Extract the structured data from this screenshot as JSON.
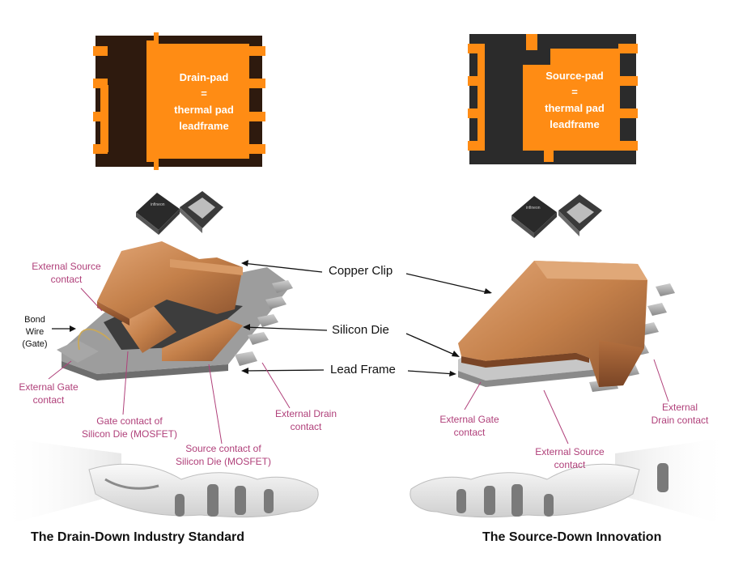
{
  "left": {
    "pad_lines": [
      "Drain-pad",
      "=",
      "thermal pad",
      "leadframe"
    ],
    "heading": "The Drain-Down Industry Standard",
    "labels": {
      "external_source": [
        "External Source",
        "contact"
      ],
      "bond_wire": [
        "Bond Wire",
        "(Gate)"
      ],
      "external_gate": [
        "External Gate",
        "contact"
      ],
      "gate_contact_die": [
        "Gate contact of",
        "Silicon Die (MOSFET)"
      ],
      "source_contact_die": [
        "Source contact of",
        "Silicon Die (MOSFET)"
      ],
      "external_drain": [
        "External Drain",
        "contact"
      ]
    },
    "chip_brand": "infineon"
  },
  "right": {
    "pad_lines": [
      "Source-pad",
      "=",
      "thermal pad",
      "leadframe"
    ],
    "heading": "The Source-Down Innovation",
    "labels": {
      "external_gate": [
        "External Gate",
        "contact"
      ],
      "external_source": [
        "External Source",
        "contact"
      ],
      "external_drain": [
        "External",
        "Drain contact"
      ]
    },
    "chip_brand": "infineon"
  },
  "center": {
    "copper_clip": "Copper Clip",
    "silicon_die": "Silicon Die",
    "lead_frame": "Lead Frame"
  },
  "colors": {
    "pad_orange": "#ff8c14",
    "package_dark": "#2b2b2b",
    "package_dark_left": "#2e1a0e",
    "copper": "#c8874e",
    "label_magenta": "#b0407a"
  }
}
